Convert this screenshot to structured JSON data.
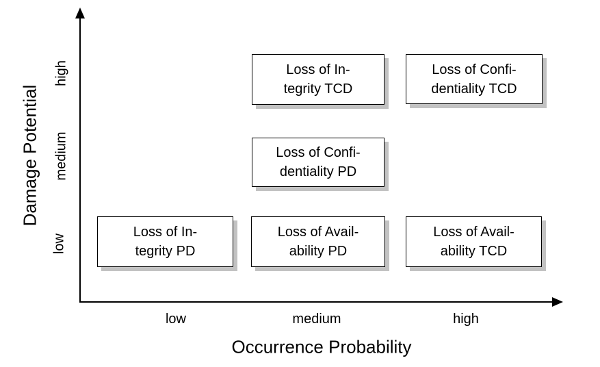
{
  "figure": {
    "background_color": "#ffffff",
    "line_color": "#000000",
    "node_fill": "#ffffff",
    "node_border_color": "#000000",
    "node_shadow_color": "#c2c2c2"
  },
  "x_axis": {
    "title": "Occurrence Probability",
    "ticks": [
      "low",
      "medium",
      "high"
    ]
  },
  "y_axis": {
    "title": "Damage Potential",
    "ticks": [
      "low",
      "medium",
      "high"
    ]
  },
  "nodes": [
    {
      "name": "loss-of-integrity-tcd",
      "line1": "Loss of In-",
      "line2": "tegrity TCD",
      "x": "medium",
      "y": "high"
    },
    {
      "name": "loss-of-confidentiality-tcd",
      "line1": "Loss of Confi-",
      "line2": "dentiality TCD",
      "x": "high",
      "y": "high"
    },
    {
      "name": "loss-of-confidentiality-pd",
      "line1": "Loss of Confi-",
      "line2": "dentiality PD",
      "x": "medium",
      "y": "medium"
    },
    {
      "name": "loss-of-integrity-pd",
      "line1": "Loss of In-",
      "line2": "tegrity PD",
      "x": "low",
      "y": "low"
    },
    {
      "name": "loss-of-availability-pd",
      "line1": "Loss of Avail-",
      "line2": "ability PD",
      "x": "medium",
      "y": "low"
    },
    {
      "name": "loss-of-availability-tcd",
      "line1": "Loss of Avail-",
      "line2": "ability TCD",
      "x": "high",
      "y": "low"
    }
  ],
  "chart_data": {
    "type": "scatter",
    "title": "",
    "xlabel": "Occurrence Probability",
    "ylabel": "Damage Potential",
    "x_categories": [
      "low",
      "medium",
      "high"
    ],
    "y_categories": [
      "low",
      "medium",
      "high"
    ],
    "grid": false,
    "points": [
      {
        "label": "Loss of Integrity TCD",
        "x": "medium",
        "y": "high"
      },
      {
        "label": "Loss of Confidentiality TCD",
        "x": "high",
        "y": "high"
      },
      {
        "label": "Loss of Confidentiality PD",
        "x": "medium",
        "y": "medium"
      },
      {
        "label": "Loss of Integrity PD",
        "x": "low",
        "y": "low"
      },
      {
        "label": "Loss of Availability PD",
        "x": "medium",
        "y": "low"
      },
      {
        "label": "Loss of Availability TCD",
        "x": "high",
        "y": "low"
      }
    ]
  }
}
